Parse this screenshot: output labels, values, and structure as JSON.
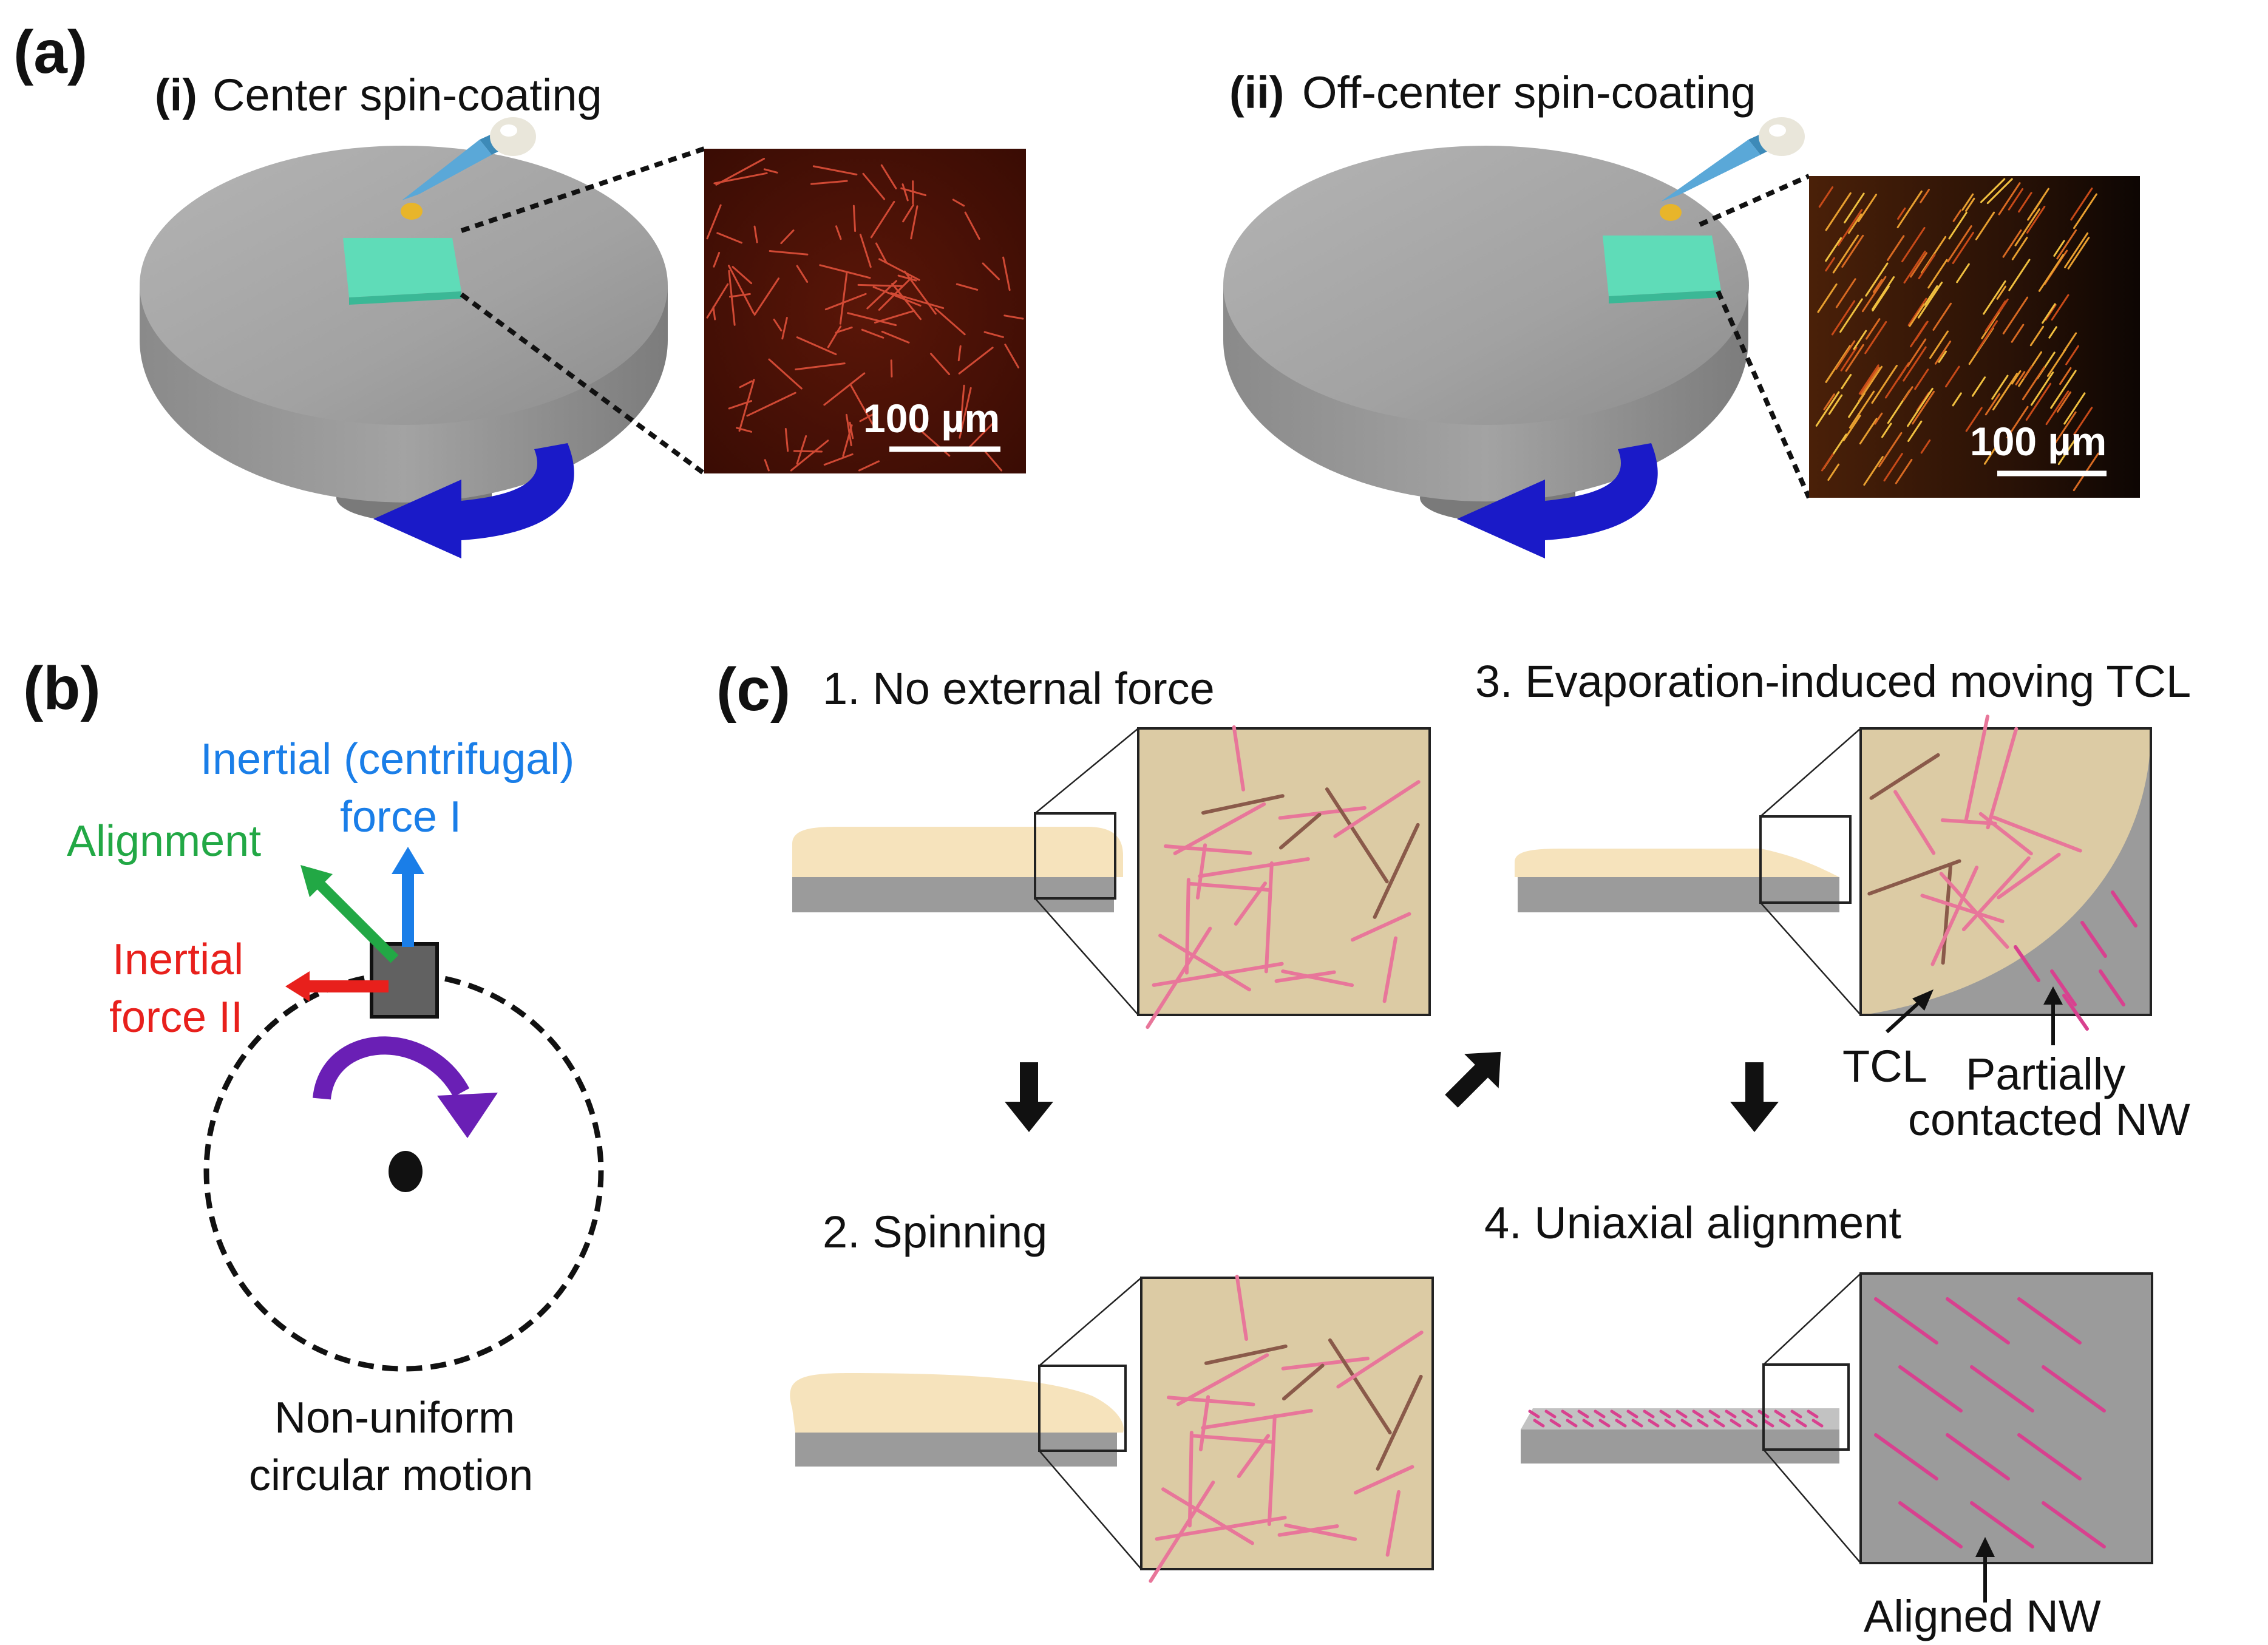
{
  "panel_a": {
    "letter": "(a)",
    "left": {
      "roman": "(i)",
      "title": "Center spin-coating",
      "scale_bar": "100 µm"
    },
    "right": {
      "roman": "(ii)",
      "title": "Off-center spin-coating",
      "scale_bar": "100 µm"
    }
  },
  "panel_b": {
    "letter": "(b)",
    "inertial_I_line1": "Inertial (centrifugal)",
    "inertial_I_line2": "force I",
    "alignment": "Alignment",
    "inertial_II_line1": "Inertial",
    "inertial_II_line2": "force II",
    "motion_line1": "Non-uniform",
    "motion_line2": "circular motion",
    "colors": {
      "inertial_I": "#1a7ee8",
      "alignment": "#22a845",
      "inertial_II": "#e8201c",
      "rotation": "#6a1fb5"
    }
  },
  "panel_c": {
    "letter": "(c)",
    "step1": "1. No external force",
    "step2": "2. Spinning",
    "step3": "3. Evaporation-induced moving TCL",
    "step4": "4. Uniaxial alignment",
    "tcl": "TCL",
    "partial_line1": "Partially",
    "partial_line2": "contacted NW",
    "aligned": "Aligned NW",
    "colors": {
      "liquid": "#dccba4",
      "substrate": "#9b9b9b",
      "nanowire": "#e8769a",
      "aligned_nw": "#d8418f"
    }
  }
}
